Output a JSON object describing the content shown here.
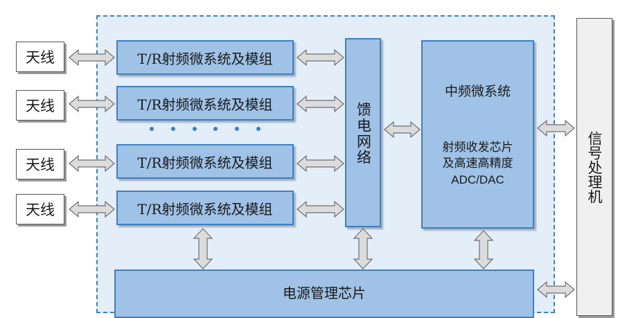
{
  "antenna_label": "天线",
  "tr_module_label": "T/R射频微系统及模组",
  "feed_network_label": "馈电网络",
  "if_subsystem": {
    "title": "中频微系统",
    "line1": "射频收发芯片",
    "line2": "及高速高精度",
    "line3": "ADC/DAC"
  },
  "power_chip_label": "电源管理芯片",
  "signal_processor_label": "信号处理机",
  "colors": {
    "module_fill": "#9fc2e6",
    "module_border": "#3d7fc2",
    "frame_fill": "#e3eef8",
    "arrow_fill": "#dcdcdc"
  }
}
